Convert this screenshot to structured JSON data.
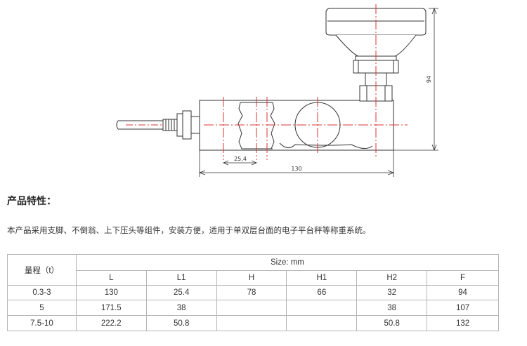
{
  "drawing": {
    "dim_height": "94",
    "dim_length": "130",
    "dim_l1": "25,4"
  },
  "heading": "产品特性：",
  "description": "本产品采用支脚、不倒翁、上下压头等组件，安装方便，适用于单双层台面的电子平台秤等称重系统。",
  "table": {
    "range_header": "量程（t）",
    "size_header": "Size: mm",
    "columns": [
      "L",
      "L1",
      "H",
      "H1",
      "H2",
      "F"
    ],
    "rows": [
      {
        "range": "0.3-3",
        "cells": [
          "130",
          "25.4",
          "78",
          "66",
          "32",
          "94"
        ]
      },
      {
        "range": "5",
        "cells": [
          "171.5",
          "38",
          "",
          "",
          "38",
          "107"
        ]
      },
      {
        "range": "7.5-10",
        "cells": [
          "222.2",
          "50.8",
          "",
          "",
          "50.8",
          "132"
        ]
      }
    ]
  }
}
